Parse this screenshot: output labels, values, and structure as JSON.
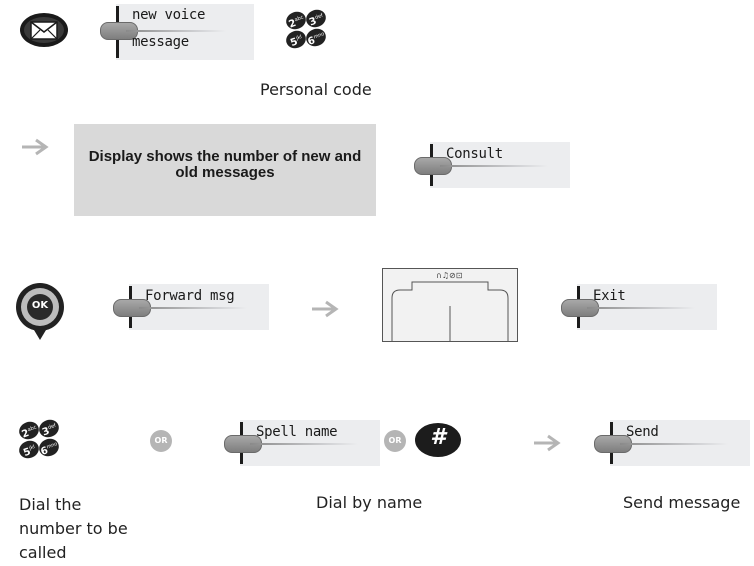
{
  "row1": {
    "display": {
      "line1": "new voice",
      "line2": "message"
    },
    "caption": "Personal code"
  },
  "row2": {
    "info_box": "Display shows the number of new and old messages",
    "display": "Consult"
  },
  "row3": {
    "nav_label": "OK",
    "forward_display": "Forward msg",
    "exit_display": "Exit"
  },
  "row4": {
    "or_label": "OR",
    "spell_display": "Spell name",
    "hash_key": "#",
    "send_display": "Send",
    "caption_dial": "Dial the number to be called",
    "caption_name": "Dial by name",
    "caption_send": "Send message"
  },
  "keypad": {
    "k1": "2",
    "k1s": "abc",
    "k2": "3",
    "k2s": "def",
    "k3": "5",
    "k3s": "jkl",
    "k4": "6",
    "k4s": "mno"
  },
  "colors": {
    "info_bg": "#d9d9d9",
    "arrow": "#b5b5b5",
    "lcd": "#ecedef"
  }
}
